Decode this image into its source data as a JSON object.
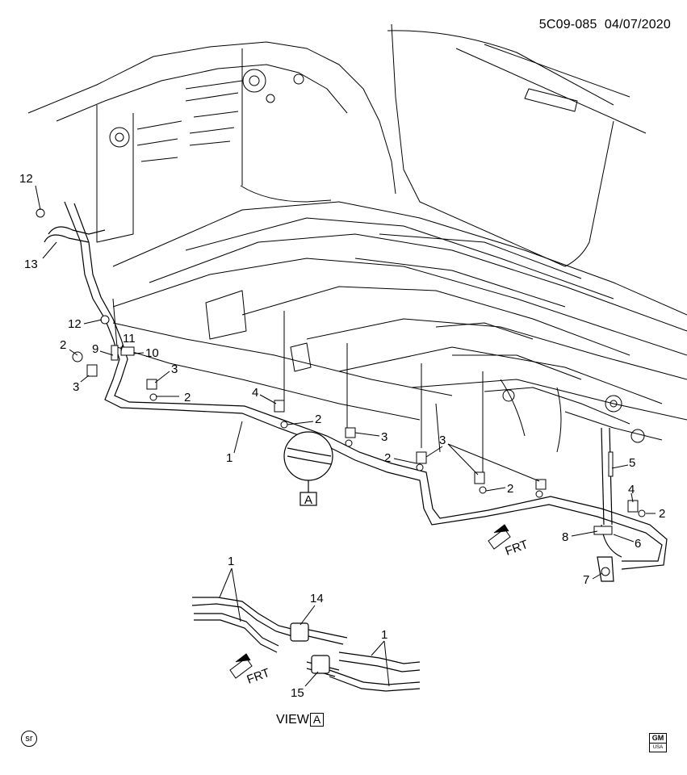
{
  "header": {
    "diagram_id": "5C09-085",
    "date": "04/07/2020"
  },
  "view": {
    "label": "VIEW",
    "detail_letter": "A"
  },
  "detail_ref": "A",
  "front_marker": "FRT",
  "badges": {
    "service": "sr",
    "brand": "GM",
    "brand_sub": "USA"
  },
  "callouts": [
    {
      "id": "c12a",
      "text": "12"
    },
    {
      "id": "c13",
      "text": "13"
    },
    {
      "id": "c12b",
      "text": "12"
    },
    {
      "id": "c2a",
      "text": "2"
    },
    {
      "id": "c9",
      "text": "9"
    },
    {
      "id": "c11",
      "text": "11"
    },
    {
      "id": "c10",
      "text": "10"
    },
    {
      "id": "c3a",
      "text": "3"
    },
    {
      "id": "c3b",
      "text": "3"
    },
    {
      "id": "c2b",
      "text": "2"
    },
    {
      "id": "c4a",
      "text": "4"
    },
    {
      "id": "c1a",
      "text": "1"
    },
    {
      "id": "c2c",
      "text": "2"
    },
    {
      "id": "c3c",
      "text": "3"
    },
    {
      "id": "c2d",
      "text": "2"
    },
    {
      "id": "c3d",
      "text": "3"
    },
    {
      "id": "c2e",
      "text": "2"
    },
    {
      "id": "c5",
      "text": "5"
    },
    {
      "id": "c4b",
      "text": "4"
    },
    {
      "id": "c2f",
      "text": "2"
    },
    {
      "id": "c8",
      "text": "8"
    },
    {
      "id": "c6",
      "text": "6"
    },
    {
      "id": "c7",
      "text": "7"
    },
    {
      "id": "c1b",
      "text": "1"
    },
    {
      "id": "c14",
      "text": "14"
    },
    {
      "id": "c1c",
      "text": "1"
    },
    {
      "id": "c15",
      "text": "15"
    }
  ]
}
